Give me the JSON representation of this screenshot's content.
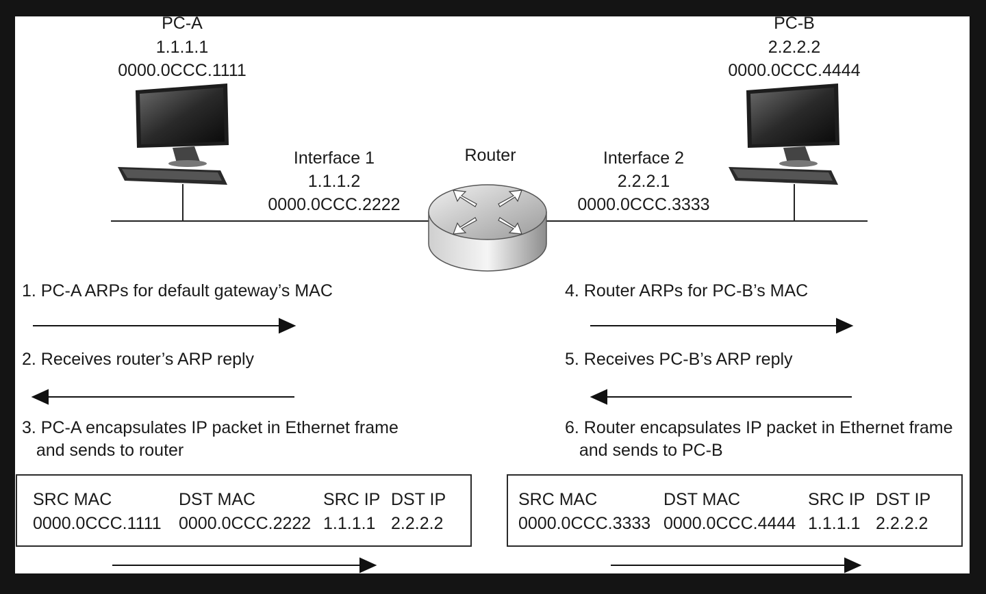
{
  "pc_a": {
    "name": "PC-A",
    "ip": "1.1.1.1",
    "mac": "0000.0CCC.1111"
  },
  "pc_b": {
    "name": "PC-B",
    "ip": "2.2.2.2",
    "mac": "0000.0CCC.4444"
  },
  "router": {
    "name": "Router"
  },
  "interface1": {
    "name": "Interface 1",
    "ip": "1.1.1.2",
    "mac": "0000.0CCC.2222"
  },
  "interface2": {
    "name": "Interface 2",
    "ip": "2.2.2.1",
    "mac": "0000.0CCC.3333"
  },
  "steps": {
    "s1": "1. PC-A ARPs for default gateway’s MAC",
    "s2": "2. Receives router’s ARP reply",
    "s3": "3. PC-A encapsulates IP packet in Ethernet frame\n   and sends to router",
    "s4": "4. Router ARPs for PC-B’s MAC",
    "s5": "5. Receives PC-B’s ARP reply",
    "s6": "6. Router encapsulates IP packet in Ethernet frame\n   and sends to PC-B"
  },
  "frame_left": {
    "headers": [
      "SRC MAC",
      "DST MAC",
      "SRC IP",
      "DST IP"
    ],
    "values": [
      "0000.0CCC.1111",
      "0000.0CCC.2222",
      "1.1.1.1",
      "2.2.2.2"
    ]
  },
  "frame_right": {
    "headers": [
      "SRC MAC",
      "DST MAC",
      "SRC IP",
      "DST IP"
    ],
    "values": [
      "0000.0CCC.3333",
      "0000.0CCC.4444",
      "1.1.1.1",
      "2.2.2.2"
    ]
  }
}
